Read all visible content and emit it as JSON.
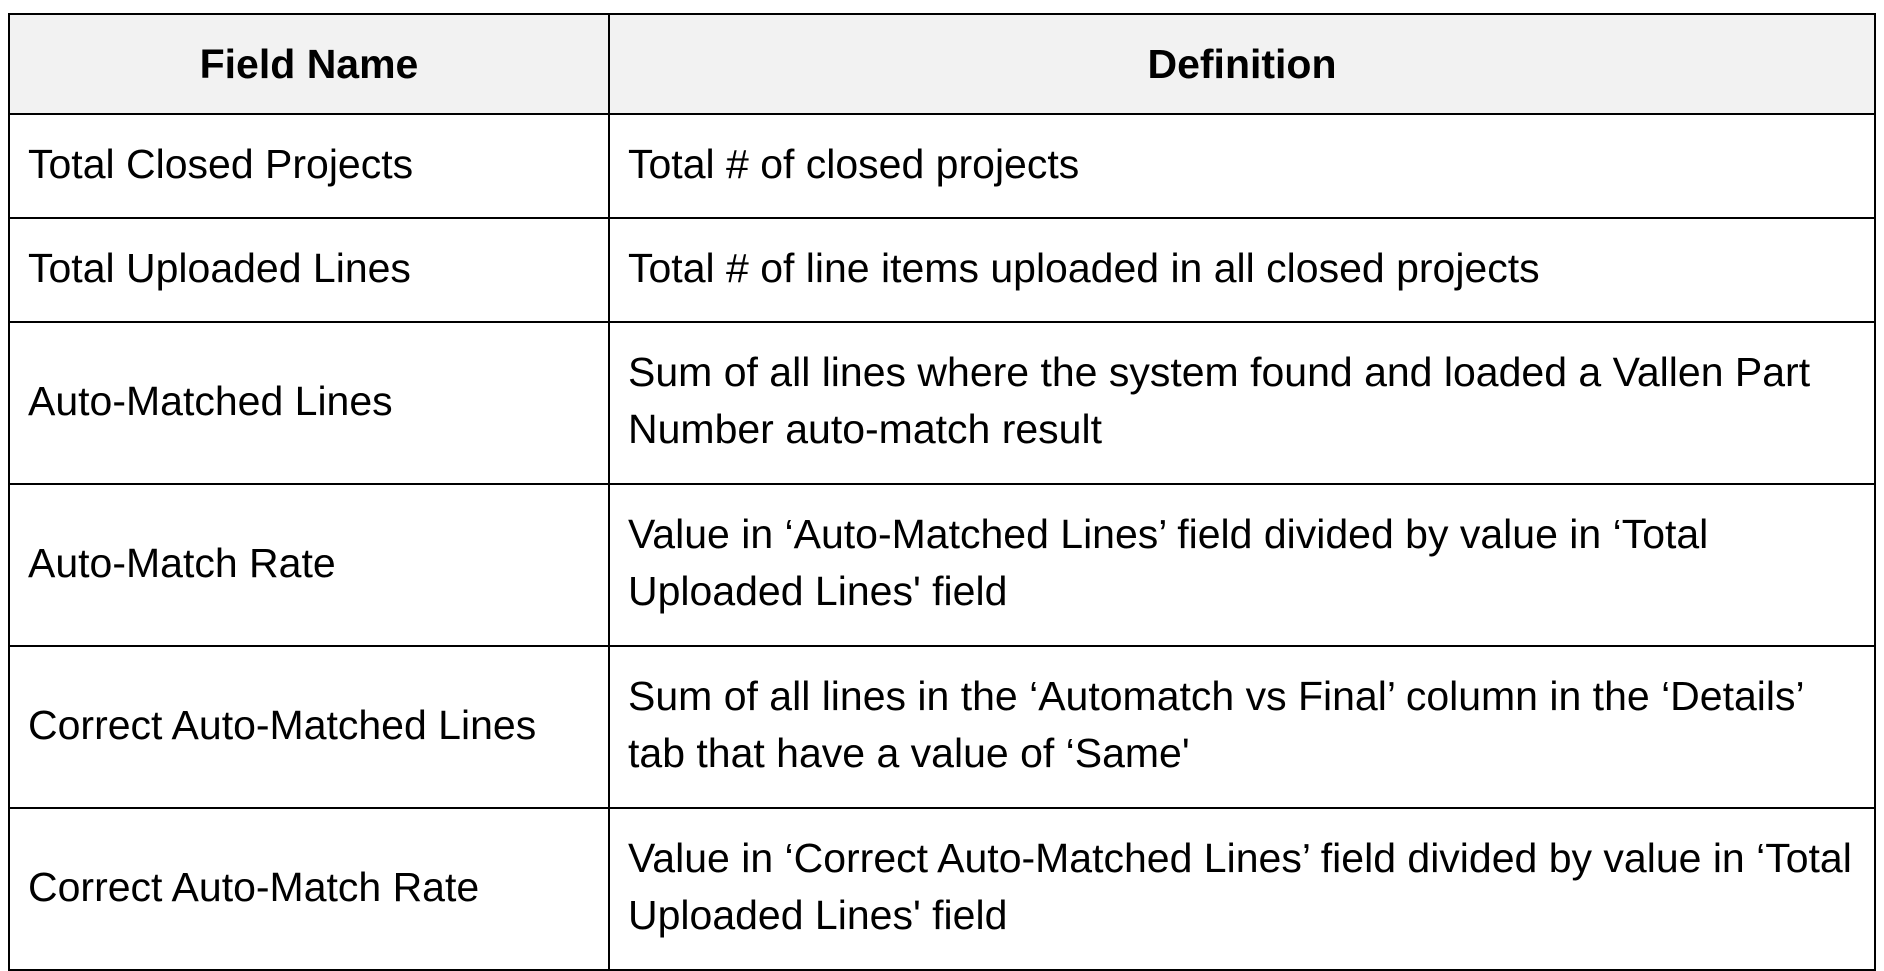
{
  "table": {
    "headers": [
      "Field Name",
      "Definition"
    ],
    "rows": [
      {
        "name": "Total Closed Projects",
        "definition": "Total # of closed projects"
      },
      {
        "name": "Total Uploaded Lines",
        "definition": "Total # of line items uploaded in all closed projects"
      },
      {
        "name": "Auto-Matched Lines",
        "definition": "Sum of all lines where the system found and loaded a Vallen Part Number auto-match result"
      },
      {
        "name": "Auto-Match Rate",
        "definition": "Value in ‘Auto-Matched Lines’ field divided by value in ‘Total Uploaded Lines' field"
      },
      {
        "name": "Correct Auto-Matched Lines",
        "definition": "Sum of all lines in the ‘Automatch vs Final’ column in the ‘Details’ tab that have a value of ‘Same'"
      },
      {
        "name": "Correct Auto-Match Rate",
        "definition": "Value in ‘Correct Auto-Matched Lines’ field divided by value in ‘Total Uploaded Lines' field"
      }
    ]
  }
}
